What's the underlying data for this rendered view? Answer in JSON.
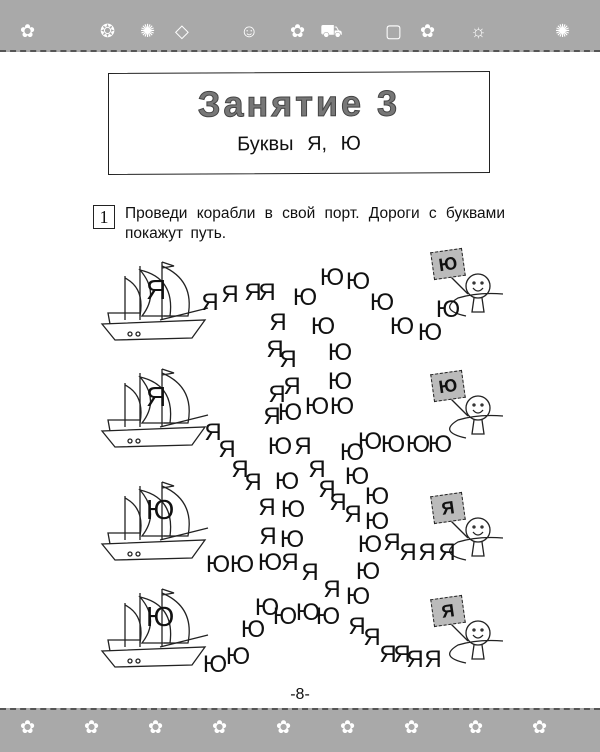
{
  "header": {
    "decorations": [
      "flower-icon",
      "ladybug-icon",
      "bee-icon",
      "kite-icon",
      "girl-face-icon",
      "flower-icon",
      "car-icon",
      "block-icon",
      "flower-icon",
      "sun-icon",
      "bee-icon"
    ]
  },
  "lesson": {
    "title": "Занятие 3",
    "subtitle": "Буквы Я, Ю"
  },
  "task": {
    "number": "1",
    "text": "Проведи корабли в свой порт. Дороги с буквами покажут путь."
  },
  "ships": [
    {
      "letter": "Я"
    },
    {
      "letter": "Я"
    },
    {
      "letter": "Ю"
    },
    {
      "letter": "Ю"
    }
  ],
  "ports": [
    {
      "letter": "Ю"
    },
    {
      "letter": "Ю"
    },
    {
      "letter": "Я"
    },
    {
      "letter": "Я"
    }
  ],
  "maze_letters": [
    "Я",
    "Я",
    "Я",
    "Я",
    "Ю",
    "Ю",
    "Ю",
    "Ю",
    "Ю",
    "Ю",
    "Ю",
    "Я",
    "Ю",
    "Я",
    "Я",
    "Ю",
    "Я",
    "Я",
    "Ю",
    "Я",
    "Ю",
    "Ю",
    "Ю",
    "Я",
    "Я",
    "Ю",
    "Я",
    "Ю",
    "Ю",
    "Ю",
    "Ю",
    "Ю",
    "Я",
    "Я",
    "Ю",
    "Я",
    "Я",
    "Ю",
    "Ю",
    "Я",
    "Ю",
    "Я",
    "Я",
    "Ю",
    "Я",
    "Ю",
    "Ю",
    "Я",
    "Я",
    "Я",
    "Я",
    "Ю",
    "Ю",
    "Ю",
    "Я",
    "Я",
    "Ю",
    "Я",
    "Ю",
    "Ю",
    "Ю",
    "Ю",
    "Ю",
    "Я",
    "Ю",
    "Ю",
    "Ю",
    "Я",
    "Я",
    "Я",
    "Я",
    "Я"
  ],
  "page_number": "-8-",
  "colors": {
    "band": "#a9a9a9",
    "title": "#777777"
  }
}
